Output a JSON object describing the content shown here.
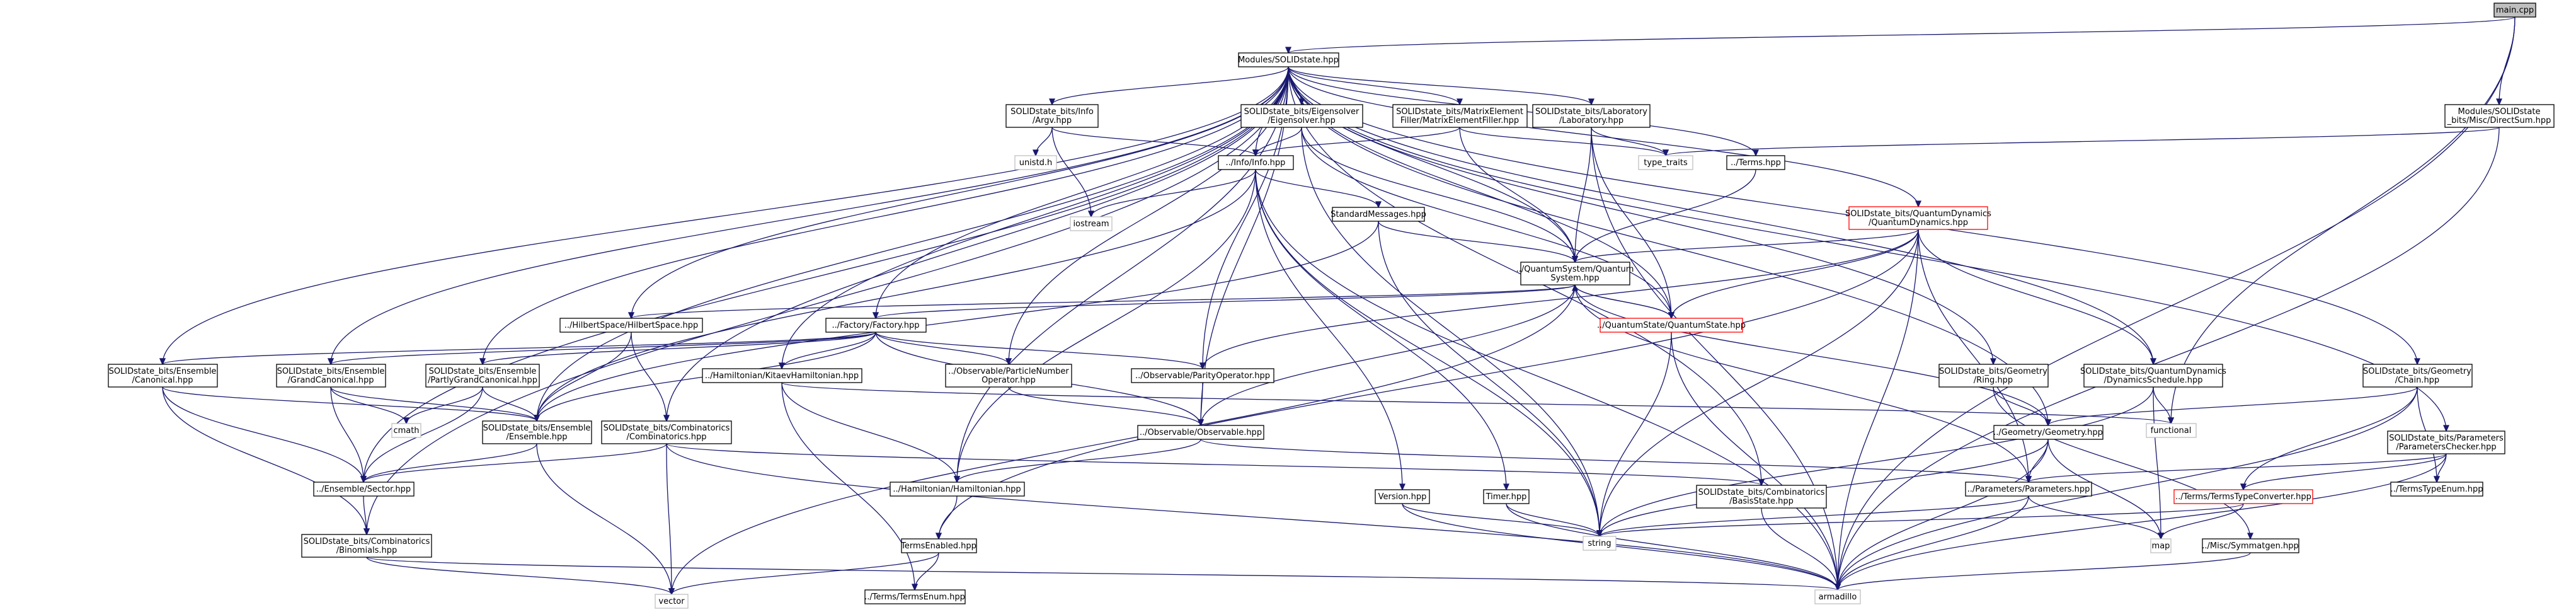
{
  "colors": {
    "edge": "#191970",
    "edge_system": "#a9a9a9",
    "node_border": "#000000",
    "node_border_system": "#bfbfbf",
    "node_border_truncated": "#ff0000",
    "node_fill": "#ffffff",
    "root_fill": "#bfbfbf"
  },
  "nodes": [
    {
      "id": "main",
      "kind": "root",
      "lines": [
        "main.cpp"
      ]
    },
    {
      "id": "solid",
      "kind": "normal",
      "lines": [
        "Modules/SOLIDstate.hpp"
      ]
    },
    {
      "id": "dsum",
      "kind": "normal",
      "lines": [
        "Modules/SOLIDstate",
        "_bits/Misc/DirectSum.hpp"
      ]
    },
    {
      "id": "argv",
      "kind": "normal",
      "lines": [
        "SOLIDstate_bits/Info",
        "/Argv.hpp"
      ]
    },
    {
      "id": "eigsolver",
      "kind": "normal",
      "lines": [
        "SOLIDstate_bits/Eigensolver",
        "/Eigensolver.hpp"
      ]
    },
    {
      "id": "mefiller",
      "kind": "normal",
      "lines": [
        "SOLIDstate_bits/MatrixElement",
        "Filler/MatrixElementFiller.hpp"
      ]
    },
    {
      "id": "lab",
      "kind": "normal",
      "lines": [
        "SOLIDstate_bits/Laboratory",
        "/Laboratory.hpp"
      ]
    },
    {
      "id": "terms",
      "kind": "normal",
      "lines": [
        "../Terms.hpp"
      ]
    },
    {
      "id": "qdyn",
      "kind": "truncated",
      "lines": [
        "SOLIDstate_bits/QuantumDynamics",
        "/QuantumDynamics.hpp"
      ]
    },
    {
      "id": "unistd",
      "kind": "system",
      "lines": [
        "unistd.h"
      ]
    },
    {
      "id": "info",
      "kind": "normal",
      "lines": [
        "../Info/Info.hpp"
      ]
    },
    {
      "id": "typetraits",
      "kind": "system",
      "lines": [
        "type_traits"
      ]
    },
    {
      "id": "iostream",
      "kind": "system",
      "lines": [
        "iostream"
      ]
    },
    {
      "id": "stdmsg",
      "kind": "normal",
      "lines": [
        "StandardMessages.hpp"
      ]
    },
    {
      "id": "qsys",
      "kind": "normal",
      "lines": [
        "../QuantumSystem/Quantum",
        "System.hpp"
      ]
    },
    {
      "id": "hilbert",
      "kind": "normal",
      "lines": [
        "../HilbertSpace/HilbertSpace.hpp"
      ]
    },
    {
      "id": "factory",
      "kind": "normal",
      "lines": [
        "../Factory/Factory.hpp"
      ]
    },
    {
      "id": "qstate",
      "kind": "truncated",
      "lines": [
        "../QuantumState/QuantumState.hpp"
      ]
    },
    {
      "id": "canon",
      "kind": "normal",
      "lines": [
        "SOLIDstate_bits/Ensemble",
        "/Canonical.hpp"
      ]
    },
    {
      "id": "gcanon",
      "kind": "normal",
      "lines": [
        "SOLIDstate_bits/Ensemble",
        "/GrandCanonical.hpp"
      ]
    },
    {
      "id": "pgcanon",
      "kind": "normal",
      "lines": [
        "SOLIDstate_bits/Ensemble",
        "/PartlyGrandCanonical.hpp"
      ]
    },
    {
      "id": "kitaev",
      "kind": "normal",
      "lines": [
        "../Hamiltonian/KitaevHamiltonian.hpp"
      ]
    },
    {
      "id": "partnum",
      "kind": "normal",
      "lines": [
        "../Observable/ParticleNumber",
        "Operator.hpp"
      ]
    },
    {
      "id": "parity",
      "kind": "normal",
      "lines": [
        "../Observable/ParityOperator.hpp"
      ]
    },
    {
      "id": "ring",
      "kind": "normal",
      "lines": [
        "SOLIDstate_bits/Geometry",
        "/Ring.hpp"
      ]
    },
    {
      "id": "dynsched",
      "kind": "normal",
      "lines": [
        "SOLIDstate_bits/QuantumDynamics",
        "/DynamicsSchedule.hpp"
      ]
    },
    {
      "id": "chain",
      "kind": "normal",
      "lines": [
        "SOLIDstate_bits/Geometry",
        "/Chain.hpp"
      ]
    },
    {
      "id": "cmath",
      "kind": "system",
      "lines": [
        "cmath"
      ]
    },
    {
      "id": "ensemble",
      "kind": "normal",
      "lines": [
        "SOLIDstate_bits/Ensemble",
        "/Ensemble.hpp"
      ]
    },
    {
      "id": "combin",
      "kind": "normal",
      "lines": [
        "SOLIDstate_bits/Combinatorics",
        "/Combinatorics.hpp"
      ]
    },
    {
      "id": "observable",
      "kind": "normal",
      "lines": [
        "../Observable/Observable.hpp"
      ]
    },
    {
      "id": "geometry",
      "kind": "normal",
      "lines": [
        "../Geometry/Geometry.hpp"
      ]
    },
    {
      "id": "functional",
      "kind": "system",
      "lines": [
        "functional"
      ]
    },
    {
      "id": "paramchk",
      "kind": "normal",
      "lines": [
        "SOLIDstate_bits/Parameters",
        "/ParametersChecker.hpp"
      ]
    },
    {
      "id": "sector",
      "kind": "normal",
      "lines": [
        "../Ensemble/Sector.hpp"
      ]
    },
    {
      "id": "hamil",
      "kind": "normal",
      "lines": [
        "../Hamiltonian/Hamiltonian.hpp"
      ]
    },
    {
      "id": "version",
      "kind": "normal",
      "lines": [
        "Version.hpp"
      ]
    },
    {
      "id": "timer",
      "kind": "normal",
      "lines": [
        "Timer.hpp"
      ]
    },
    {
      "id": "basis",
      "kind": "normal",
      "lines": [
        "SOLIDstate_bits/Combinatorics",
        "/BasisState.hpp"
      ]
    },
    {
      "id": "params",
      "kind": "normal",
      "lines": [
        "../Parameters/Parameters.hpp"
      ]
    },
    {
      "id": "ttconv",
      "kind": "truncated",
      "lines": [
        "../Terms/TermsTypeConverter.hpp"
      ]
    },
    {
      "id": "ttenum",
      "kind": "normal",
      "lines": [
        "../TermsTypeEnum.hpp"
      ]
    },
    {
      "id": "binomials",
      "kind": "normal",
      "lines": [
        "SOLIDstate_bits/Combinatorics",
        "/Binomials.hpp"
      ]
    },
    {
      "id": "termsenabled",
      "kind": "normal",
      "lines": [
        "TermsEnabled.hpp"
      ]
    },
    {
      "id": "string",
      "kind": "system",
      "lines": [
        "string"
      ]
    },
    {
      "id": "map",
      "kind": "system",
      "lines": [
        "map"
      ]
    },
    {
      "id": "symmatgen",
      "kind": "normal",
      "lines": [
        "../Misc/Symmatgen.hpp"
      ]
    },
    {
      "id": "vector",
      "kind": "system",
      "lines": [
        "vector"
      ]
    },
    {
      "id": "termsenum",
      "kind": "normal",
      "lines": [
        "../Terms/TermsEnum.hpp"
      ]
    },
    {
      "id": "armadillo",
      "kind": "system",
      "lines": [
        "armadillo"
      ]
    }
  ],
  "edges": [
    [
      "main",
      "solid"
    ],
    [
      "main",
      "dsum"
    ],
    [
      "main",
      "functional"
    ],
    [
      "main",
      "armadillo"
    ],
    [
      "solid",
      "argv"
    ],
    [
      "solid",
      "eigsolver"
    ],
    [
      "solid",
      "mefiller"
    ],
    [
      "solid",
      "lab"
    ],
    [
      "solid",
      "terms"
    ],
    [
      "solid",
      "qdyn"
    ],
    [
      "solid",
      "info"
    ],
    [
      "solid",
      "qsys"
    ],
    [
      "solid",
      "hilbert"
    ],
    [
      "solid",
      "factory"
    ],
    [
      "solid",
      "qstate"
    ],
    [
      "solid",
      "canon"
    ],
    [
      "solid",
      "gcanon"
    ],
    [
      "solid",
      "pgcanon"
    ],
    [
      "solid",
      "kitaev"
    ],
    [
      "solid",
      "partnum"
    ],
    [
      "solid",
      "parity"
    ],
    [
      "solid",
      "ring"
    ],
    [
      "solid",
      "dynsched"
    ],
    [
      "solid",
      "chain"
    ],
    [
      "solid",
      "ensemble"
    ],
    [
      "solid",
      "combin"
    ],
    [
      "solid",
      "observable"
    ],
    [
      "solid",
      "geometry"
    ],
    [
      "solid",
      "paramchk"
    ],
    [
      "solid",
      "sector"
    ],
    [
      "solid",
      "hamil"
    ],
    [
      "solid",
      "basis"
    ],
    [
      "solid",
      "binomials"
    ],
    [
      "dsum",
      "typetraits"
    ],
    [
      "dsum",
      "armadillo"
    ],
    [
      "argv",
      "unistd"
    ],
    [
      "argv",
      "info"
    ],
    [
      "argv",
      "iostream"
    ],
    [
      "eigsolver",
      "info"
    ],
    [
      "eigsolver",
      "qsys"
    ],
    [
      "eigsolver",
      "qstate"
    ],
    [
      "eigsolver",
      "string"
    ],
    [
      "mefiller",
      "info"
    ],
    [
      "mefiller",
      "qsys"
    ],
    [
      "mefiller",
      "typetraits"
    ],
    [
      "lab",
      "qsys"
    ],
    [
      "lab",
      "qstate"
    ],
    [
      "lab",
      "typetraits"
    ],
    [
      "lab",
      "armadillo"
    ],
    [
      "terms",
      "qsys"
    ],
    [
      "qdyn",
      "qsys"
    ],
    [
      "qdyn",
      "qstate"
    ],
    [
      "qdyn",
      "dynsched"
    ],
    [
      "qdyn",
      "params"
    ],
    [
      "qdyn",
      "string"
    ],
    [
      "qdyn",
      "armadillo"
    ],
    [
      "qdyn",
      "parity"
    ],
    [
      "qdyn",
      "termsenabled"
    ],
    [
      "info",
      "iostream"
    ],
    [
      "info",
      "stdmsg"
    ],
    [
      "info",
      "version"
    ],
    [
      "info",
      "timer"
    ],
    [
      "info",
      "string"
    ],
    [
      "info",
      "armadillo"
    ],
    [
      "info",
      "ensemble"
    ],
    [
      "info",
      "hamil"
    ],
    [
      "stdmsg",
      "qsys"
    ],
    [
      "stdmsg",
      "string"
    ],
    [
      "stdmsg",
      "ensemble"
    ],
    [
      "qsys",
      "qstate"
    ],
    [
      "qsys",
      "hilbert"
    ],
    [
      "qsys",
      "factory"
    ],
    [
      "qsys",
      "observable"
    ],
    [
      "qsys",
      "geometry"
    ],
    [
      "qsys",
      "params"
    ],
    [
      "qsys",
      "vector"
    ],
    [
      "hilbert",
      "ensemble"
    ],
    [
      "hilbert",
      "combin"
    ],
    [
      "factory",
      "canon"
    ],
    [
      "factory",
      "gcanon"
    ],
    [
      "factory",
      "pgcanon"
    ],
    [
      "factory",
      "kitaev"
    ],
    [
      "factory",
      "partnum"
    ],
    [
      "factory",
      "parity"
    ],
    [
      "factory",
      "ensemble"
    ],
    [
      "factory",
      "observable"
    ],
    [
      "qstate",
      "qsys"
    ],
    [
      "qstate",
      "string"
    ],
    [
      "qstate",
      "armadillo"
    ],
    [
      "canon",
      "ensemble"
    ],
    [
      "canon",
      "sector"
    ],
    [
      "canon",
      "binomials"
    ],
    [
      "gcanon",
      "ensemble"
    ],
    [
      "gcanon",
      "sector"
    ],
    [
      "gcanon",
      "cmath"
    ],
    [
      "pgcanon",
      "ensemble"
    ],
    [
      "pgcanon",
      "sector"
    ],
    [
      "pgcanon",
      "cmath"
    ],
    [
      "kitaev",
      "hamil"
    ],
    [
      "kitaev",
      "termsenum"
    ],
    [
      "kitaev",
      "functional"
    ],
    [
      "partnum",
      "observable"
    ],
    [
      "parity",
      "observable"
    ],
    [
      "ring",
      "geometry"
    ],
    [
      "ring",
      "symmatgen"
    ],
    [
      "dynsched",
      "functional"
    ],
    [
      "dynsched",
      "map"
    ],
    [
      "dynsched",
      "string"
    ],
    [
      "chain",
      "geometry"
    ],
    [
      "chain",
      "ttconv"
    ],
    [
      "chain",
      "ttenum"
    ],
    [
      "chain",
      "armadillo"
    ],
    [
      "ensemble",
      "sector"
    ],
    [
      "ensemble",
      "vector"
    ],
    [
      "combin",
      "sector"
    ],
    [
      "combin",
      "basis"
    ],
    [
      "combin",
      "vector"
    ],
    [
      "combin",
      "armadillo"
    ],
    [
      "observable",
      "hamil"
    ],
    [
      "observable",
      "params"
    ],
    [
      "geometry",
      "params"
    ],
    [
      "geometry",
      "map"
    ],
    [
      "geometry",
      "string"
    ],
    [
      "geometry",
      "armadillo"
    ],
    [
      "paramchk",
      "params"
    ],
    [
      "paramchk",
      "ttconv"
    ],
    [
      "paramchk",
      "ttenum"
    ],
    [
      "paramchk",
      "armadillo"
    ],
    [
      "sector",
      "binomials"
    ],
    [
      "hamil",
      "termsenabled"
    ],
    [
      "version",
      "string"
    ],
    [
      "version",
      "armadillo"
    ],
    [
      "timer",
      "string"
    ],
    [
      "timer",
      "armadillo"
    ],
    [
      "basis",
      "armadillo"
    ],
    [
      "params",
      "string"
    ],
    [
      "params",
      "map"
    ],
    [
      "params",
      "armadillo"
    ],
    [
      "ttconv",
      "map"
    ],
    [
      "ttconv",
      "string"
    ],
    [
      "binomials",
      "vector"
    ],
    [
      "binomials",
      "armadillo"
    ],
    [
      "termsenabled",
      "termsenum"
    ],
    [
      "termsenabled",
      "vector"
    ],
    [
      "symmatgen",
      "armadillo"
    ]
  ]
}
